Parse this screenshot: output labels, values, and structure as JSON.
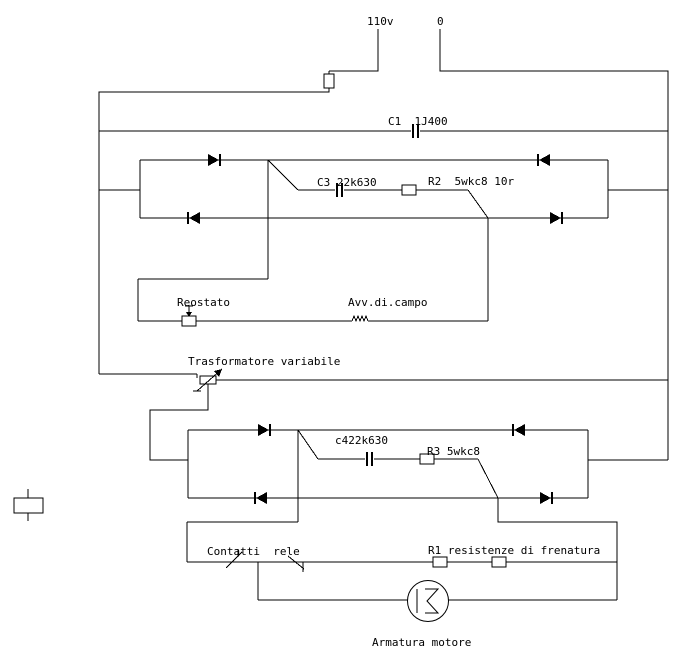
{
  "diagram": {
    "type": "electrical-schematic",
    "supply": {
      "phase_label": "110v",
      "neutral_label": "0"
    },
    "components": {
      "c1_label": "C1  1J400",
      "c3_label": "C3 22k630",
      "r2_label": "R2  5wkc8 10r",
      "reostato_label": "Reostato",
      "avv_label": "Avv.di.campo",
      "trasformatore_label": "Trasformatore variabile",
      "c4_label": "c422k630",
      "r3_label": "R3 5wkc8",
      "contatti_label": "Contatti  rele",
      "r1_label": "R1 resistenze di frenatura",
      "armatura_label": "Armatura motore"
    },
    "colors": {
      "wire": "#000000",
      "background": "#ffffff"
    }
  }
}
